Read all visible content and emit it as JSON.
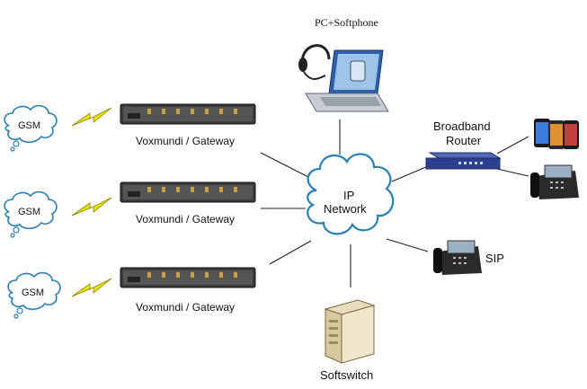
{
  "labels": {
    "pc": "PC+Softphone",
    "router_line1": "Broadband",
    "router_line2": "Router",
    "ip_line1": "IP",
    "ip_line2": "Network",
    "gateway_1": "Voxmundi / Gateway",
    "gateway_2": "Voxmundi / Gateway",
    "gateway_3": "Voxmundi / Gateway",
    "gsm_1": "GSM",
    "gsm_2": "GSM",
    "gsm_3": "GSM",
    "sip": "SIP",
    "softswitch": "Softswitch"
  },
  "colors": {
    "cloud_stroke": "#2a7fb5",
    "lightning": "#e8e000",
    "router": "#2a3f8f",
    "gateway": "#3a3a3a"
  },
  "icons": [
    "cloud-icon",
    "lightning-icon",
    "gateway-device-icon",
    "laptop-headset-icon",
    "router-icon",
    "smartphones-icon",
    "desk-phone-icon",
    "server-icon"
  ]
}
